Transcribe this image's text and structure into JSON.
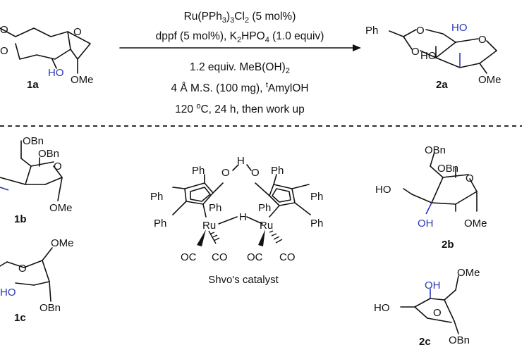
{
  "reaction": {
    "conditions": {
      "line1": "Ru(PPh3)3Cl2 (5 mol%)",
      "line2": "dppf (5 mol%), K2HPO4 (1.0 equiv)",
      "line3": "1.2 equiv. MeB(OH)2",
      "line4": "4 Å M.S. (100 mg), tAmylOH",
      "line5": "120 oC, 24 h, then work up"
    }
  },
  "compounds": {
    "c1a": {
      "label": "1a",
      "atoms": {
        "o1": "O",
        "o2": "O",
        "o_ring": "O",
        "oh": "HO",
        "ome": "OMe"
      }
    },
    "c2a": {
      "label": "2a",
      "atoms": {
        "ph": "Ph",
        "o1": "O",
        "o2": "O",
        "o_ring": "O",
        "ho": "HO",
        "ho2": "HO",
        "ome": "OMe"
      }
    },
    "c1b": {
      "label": "1b",
      "atoms": {
        "obn1": "OBn",
        "o_ring": "O",
        "obn2": "OBn",
        "ome": "OMe"
      }
    },
    "c2b": {
      "label": "2b",
      "atoms": {
        "obn1": "OBn",
        "o_ring": "O",
        "obn2": "OBn",
        "ho": "HO",
        "oh": "OH",
        "ome": "OMe"
      }
    },
    "c1c": {
      "label": "1c",
      "atoms": {
        "ome": "OMe",
        "o_ring": "O",
        "ho": "HO",
        "obn": "OBn"
      }
    },
    "c2c": {
      "label": "2c",
      "atoms": {
        "ome": "OMe",
        "oh": "OH",
        "ho": "HO",
        "o_ring": "O",
        "obn": "OBn"
      }
    }
  },
  "catalyst": {
    "name": "Shvo's catalyst",
    "atoms": {
      "h_top": "H",
      "h_mid": "H",
      "o_left": "O",
      "o_right": "O",
      "ru_left": "Ru",
      "ru_right": "Ru",
      "ph": "Ph",
      "co": "CO",
      "oc": "OC"
    }
  },
  "colors": {
    "ink": "#111111",
    "highlight": "#2b35b8"
  }
}
